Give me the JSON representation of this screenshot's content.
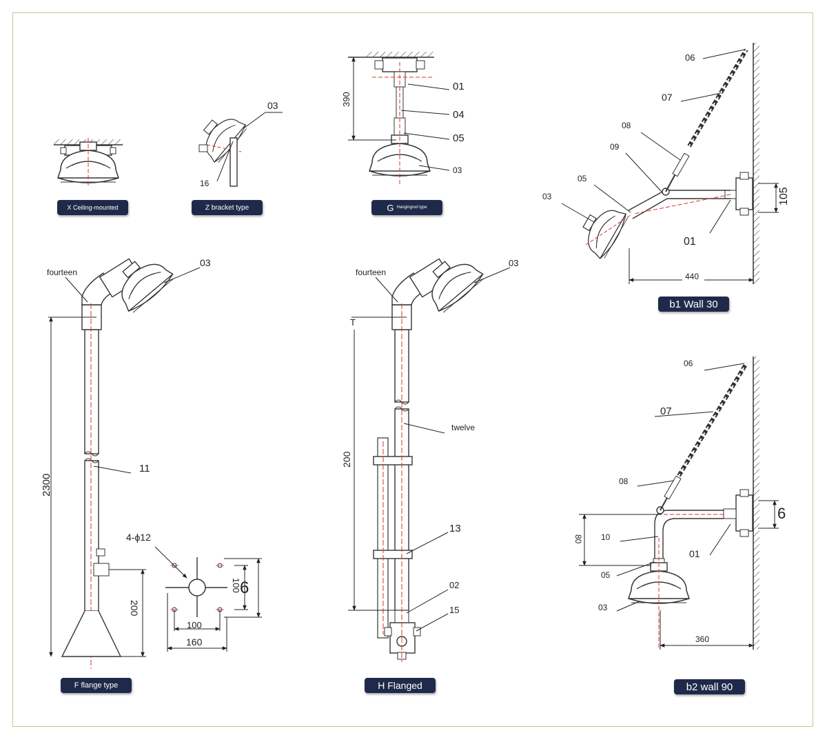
{
  "colors": {
    "frame": "#b7cf8e",
    "badge": "#1f2a4a",
    "line": "#333333",
    "centerline": "#d9342b"
  },
  "captions": {
    "ceiling": "X Ceiling-mounted",
    "zbracket": "Z bracket type",
    "hanging_g": "G",
    "hanging_rest": "Hangingrod type",
    "wall30": "b1 Wall 30",
    "flange_f": "F flange type",
    "flange_h": "H Flanged",
    "wall90": "b2 wall 90"
  },
  "labels": {
    "z_03": "03",
    "z_16": "16",
    "g_390": "390",
    "g_01": "01",
    "g_04": "04",
    "g_05": "05",
    "g_03": "03",
    "b1_06": "06",
    "b1_07": "07",
    "b1_08": "08",
    "b1_09": "09",
    "b1_05": "05",
    "b1_03": "03",
    "b1_01": "01",
    "b1_105": "105",
    "b1_440": "440",
    "f_fourteen": "fourteen",
    "f_03": "03",
    "f_2300": "2300",
    "f_11": "11",
    "f_4phi12": "4-ϕ12",
    "f_9": "6",
    "f_100v": "100",
    "f_200": "200",
    "f_100": "100",
    "f_160": "160",
    "h_fourteen": "fourteen",
    "h_03": "03",
    "h_T": "T",
    "h_twelve": "twelve",
    "h_200": "200",
    "h_13": "13",
    "h_02": "02",
    "h_15": "15",
    "b2_06": "06",
    "b2_07": "07",
    "b2_08": "08",
    "b2_6": "6",
    "b2_80": "80",
    "b2_10": "10",
    "b2_05": "05",
    "b2_01": "01",
    "b2_03": "03",
    "b2_360": "360"
  }
}
